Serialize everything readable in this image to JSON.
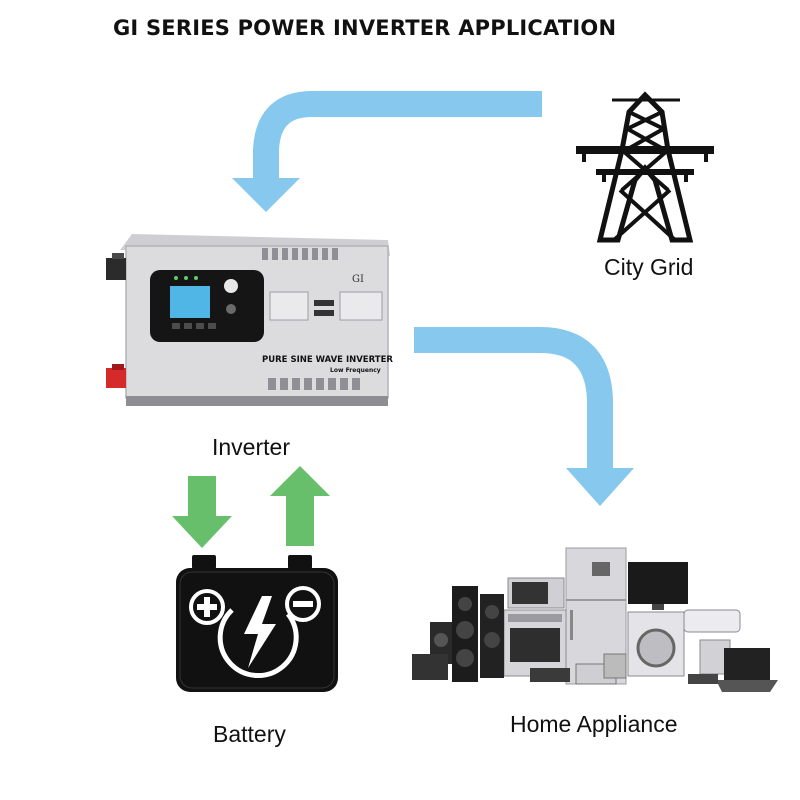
{
  "title": "GI SERIES POWER INVERTER APPLICATION",
  "labels": {
    "city_grid": "City Grid",
    "inverter": "Inverter",
    "battery": "Battery",
    "home_appliance": "Home Appliance"
  },
  "inverter_panel": {
    "brand": "GI",
    "main_text": "PURE SINE WAVE INVERTER",
    "sub_text": "Low Frequency"
  },
  "icons": {
    "grid": "transmission-tower-icon",
    "battery": "battery-icon",
    "battery_plus": "plus-icon",
    "battery_minus": "minus-icon",
    "battery_bolt": "lightning-icon",
    "appliances": "home-appliances-icon"
  },
  "colors": {
    "flow_arrow": "#86c8ee",
    "charge_arrow": "#67bf6b",
    "inverter_body": "#d9d9dc",
    "lcd": "#4fb6e6",
    "terminal_red": "#d62a2a"
  }
}
